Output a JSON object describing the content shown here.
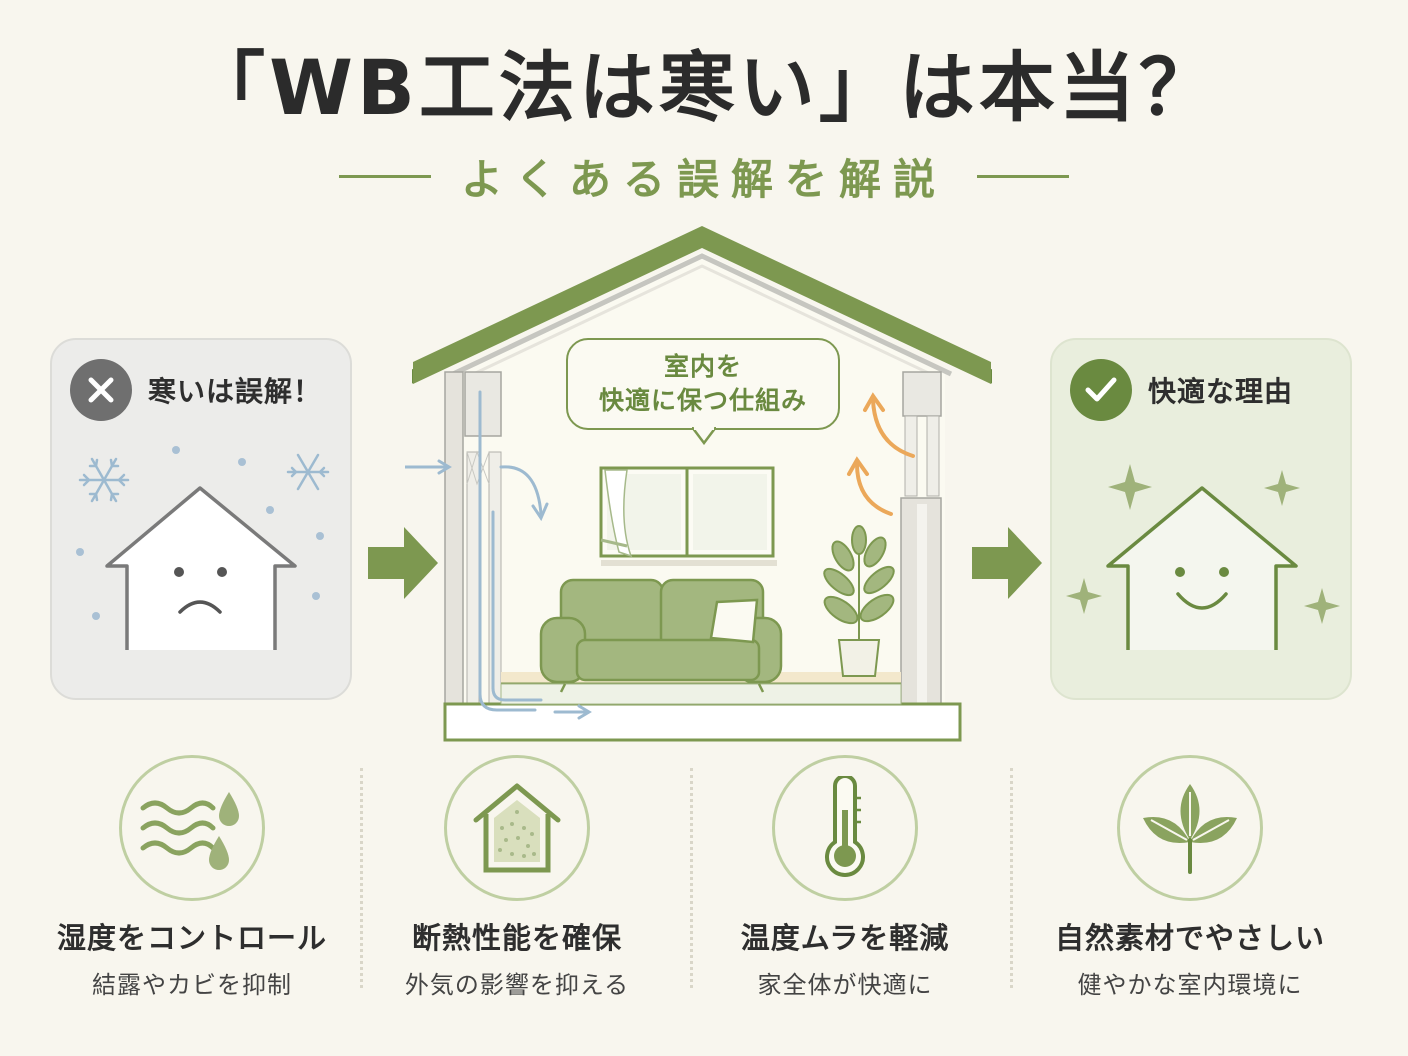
{
  "header": {
    "title": "「WB工法は寒い」は本当？",
    "subtitle": "よくある誤解を解説"
  },
  "left_panel": {
    "title": "寒いは誤解！",
    "badge_icon": "x-icon"
  },
  "right_panel": {
    "title": "快適な理由",
    "badge_icon": "check-icon"
  },
  "center": {
    "speech_line1": "室内を",
    "speech_line2": "快適に保つ仕組み"
  },
  "features": [
    {
      "title": "湿度をコントロール",
      "subtitle": "結露やカビを抑制",
      "icon": "humidity-icon"
    },
    {
      "title": "断熱性能を確保",
      "subtitle": "外気の影響を抑える",
      "icon": "insulated-house-icon"
    },
    {
      "title": "温度ムラを軽減",
      "subtitle": "家全体が快適に",
      "icon": "thermometer-icon"
    },
    {
      "title": "自然素材でやさしい",
      "subtitle": "健やかな室内環境に",
      "icon": "leaf-icon"
    }
  ],
  "colors": {
    "background": "#f8f6ee",
    "green": "#7d9850",
    "dark_green": "#6a8a40",
    "gray": "#6f6f6f",
    "air_blue": "#9dbad0",
    "warm_orange": "#eba85a"
  }
}
